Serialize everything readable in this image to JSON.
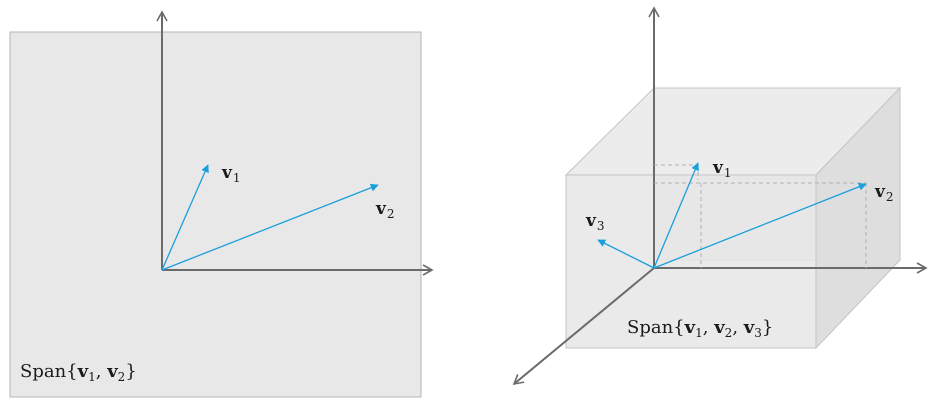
{
  "left_panel": {
    "span_label": {
      "prefix": "Span{",
      "v1": "v",
      "v1_sub": "1",
      "sep": ", ",
      "v2": "v",
      "v2_sub": "2",
      "suffix": "}"
    },
    "vectors": [
      {
        "label": "v",
        "sub": "1"
      },
      {
        "label": "v",
        "sub": "2"
      }
    ]
  },
  "right_panel": {
    "span_label": {
      "prefix": "Span{",
      "v1": "v",
      "v1_sub": "1",
      "sep1": ", ",
      "v2": "v",
      "v2_sub": "2",
      "sep2": ", ",
      "v3": "v",
      "v3_sub": "3",
      "suffix": "}"
    },
    "vectors": [
      {
        "label": "v",
        "sub": "1"
      },
      {
        "label": "v",
        "sub": "2"
      },
      {
        "label": "v",
        "sub": "3"
      }
    ]
  },
  "colors": {
    "vector": "#1a9fdc",
    "axis": "#6b6b6b",
    "plane_fill": "#e8e8e8",
    "plane_stroke": "#b5b5b5",
    "dashed": "#b0b0b0"
  }
}
